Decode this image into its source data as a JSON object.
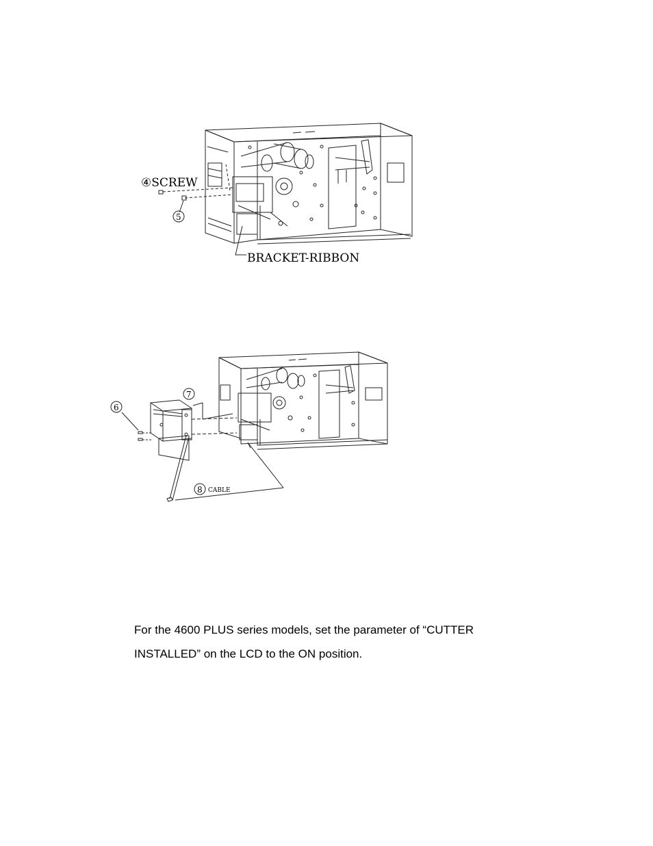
{
  "figure1": {
    "callout_screw": "④SCREW",
    "callout_5": "5",
    "callout_bracket": "BRACKET-RIBBON"
  },
  "figure2": {
    "callout_6": "6",
    "callout_7": "7",
    "callout_8": "8",
    "callout_cable": "CABLE"
  },
  "paragraph": {
    "line1": "For the 4600 PLUS series models, set the parameter of “CUTTER",
    "line2": "INSTALLED” on the LCD to the ON position."
  }
}
